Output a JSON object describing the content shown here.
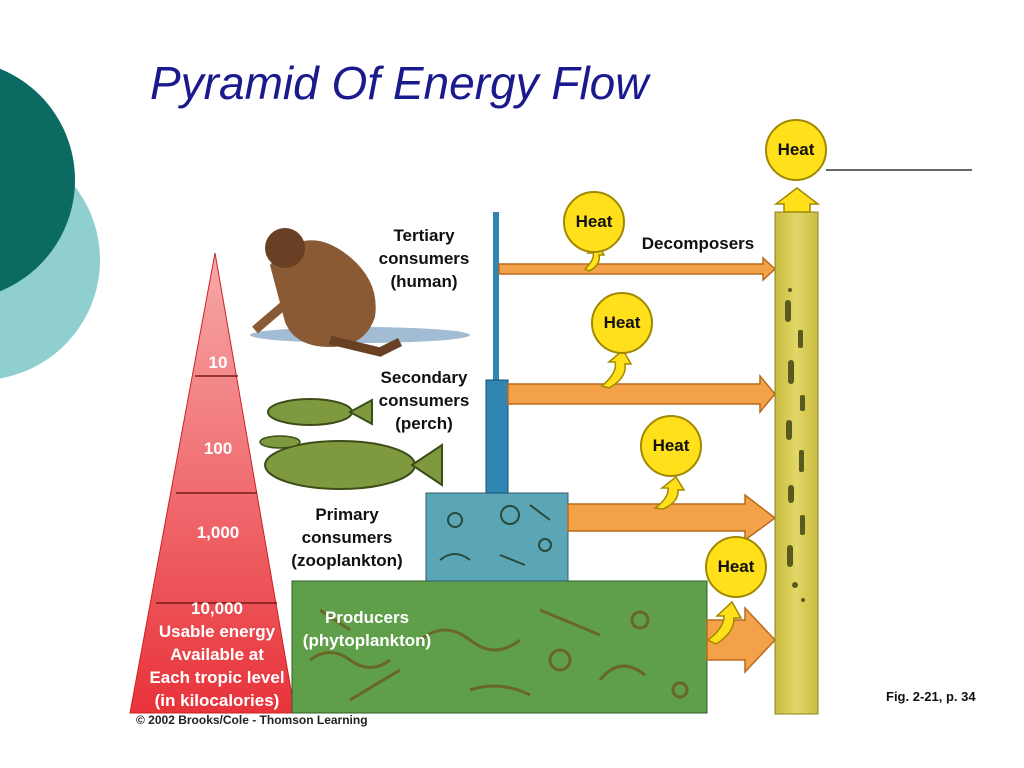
{
  "title": "Pyramid Of Energy Flow",
  "pyramid": {
    "levels": [
      "10",
      "100",
      "1,000"
    ],
    "base": [
      "10,000",
      "Usable energy",
      "Available at",
      "Each tropic level",
      "(in kilocalories)"
    ]
  },
  "labels": {
    "tertiary": [
      "Tertiary",
      "consumers",
      "(human)"
    ],
    "secondary": [
      "Secondary",
      "consumers",
      "(perch)"
    ],
    "primary": [
      "Primary",
      "consumers",
      "(zooplankton)"
    ],
    "producers": [
      "Producers",
      "(phytoplankton)"
    ],
    "decomposers": "Decomposers"
  },
  "heat_label": "Heat",
  "figure_ref": "Fig. 2-21, p. 34",
  "copyright": "© 2002 Brooks/Cole - Thomson Learning",
  "colors": {
    "title": "#1a1a8c",
    "teal_dark": "#0b6b63",
    "teal_light": "#8fcfcf",
    "pyramid": "#e8333a",
    "heat": "#ffe01a",
    "arrow": "#f4a24a",
    "decomposer_bar": "#d8cc55",
    "producers_bg": "#5f9f4a",
    "zooplankton_bg": "#5aa6b6"
  }
}
